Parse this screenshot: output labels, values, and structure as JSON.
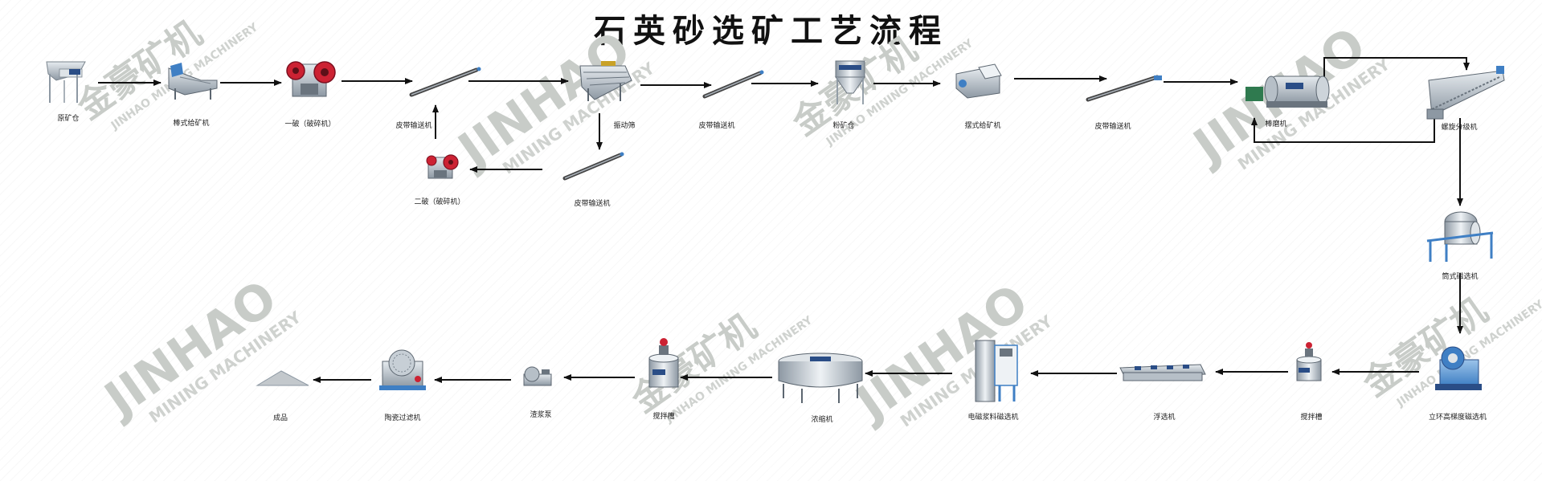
{
  "title": "石英砂选矿工艺流程",
  "watermark": {
    "brand_cn": "金豪矿机",
    "brand_en": "JINHAO",
    "brand_sub": "MINING MACHINERY",
    "brand_line": "JINHAO MINING MACHINERY"
  },
  "nodes": {
    "raw_bin": "原矿仓",
    "grizzly_feeder": "棒式给矿机",
    "primary_crusher": "一破（破碎机）",
    "conveyor_1": "皮带输送机",
    "secondary_crusher": "二破（破碎机）",
    "conveyor_2": "皮带输送机",
    "vibrating_screen": "振动筛",
    "conveyor_3": "皮带输送机",
    "powder_bin": "粉矿仓",
    "pendulum_feeder": "摆式给矿机",
    "conveyor_4": "皮带输送机",
    "rod_mill": "棒磨机",
    "spiral_classifier": "螺旋分级机",
    "drum_separator": "筒式磁选机",
    "vertical_ring_separator": "立环高梯度磁选机",
    "agitation_tank_1": "搅拌槽",
    "flotation_machine": "浮选机",
    "slurry_separator": "电磁浆料磁选机",
    "thickener": "浓缩机",
    "agitation_tank_2": "搅拌槽",
    "slurry_pump": "渣浆泵",
    "ceramic_filter": "陶瓷过滤机",
    "product": "成品"
  },
  "colors": {
    "arrow": "#111111",
    "machine_gray": "#9aa4ad",
    "machine_blue": "#3f7fc4",
    "crusher_red": "#cc2233",
    "watermark": "#c8ccc8"
  }
}
